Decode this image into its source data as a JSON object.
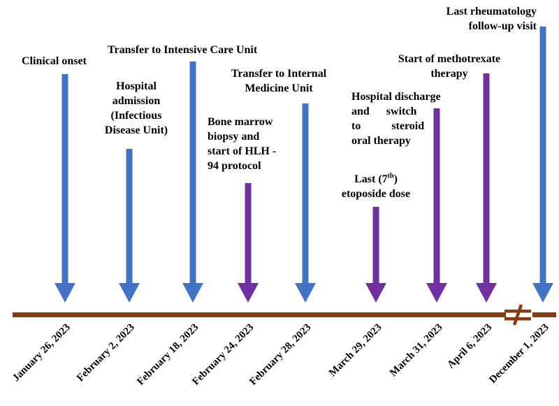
{
  "colors": {
    "timeline": "#8B3A0E",
    "blue_arrow": "#4472C4",
    "purple_arrow": "#7030A0"
  },
  "events": [
    {
      "date": "January 26, 2023",
      "lines": [
        "Clinical  onset"
      ],
      "color": "blue"
    },
    {
      "date": "February 2, 2023",
      "lines": [
        "Hospital",
        "admission",
        "(Infectious",
        "Disease Unit)"
      ],
      "color": "blue"
    },
    {
      "date": "February 18, 2023",
      "lines": [
        "Transfer to Intensive Care Unit"
      ],
      "color": "blue"
    },
    {
      "date": "February 24, 2023",
      "lines": [
        "Bone marrow",
        "biopsy  and",
        "start of HLH -",
        "94 protocol"
      ],
      "color": "purple"
    },
    {
      "date": "February 28, 2023",
      "lines": [
        "Transfer to Internal",
        "Medicine Unit"
      ],
      "color": "blue"
    },
    {
      "date": "March 29, 2023",
      "lines_a": [
        "Last (7",
        "th",
        ")"
      ],
      "lines": [
        "etoposide dose"
      ],
      "color": "purple"
    },
    {
      "date": "March 31, 2023",
      "lines": [
        "Hospital discharge",
        "and      switch",
        "to           steroid",
        "oral therapy"
      ],
      "color": "purple"
    },
    {
      "date": "April 6, 2023",
      "lines": [
        "Start of methotrexate",
        "therapy"
      ],
      "color": "purple"
    },
    {
      "date": "December 1, 2023",
      "lines": [
        "Last rheumatology",
        "follow-up  visit"
      ],
      "color": "blue"
    }
  ],
  "timeline_break": "≠"
}
